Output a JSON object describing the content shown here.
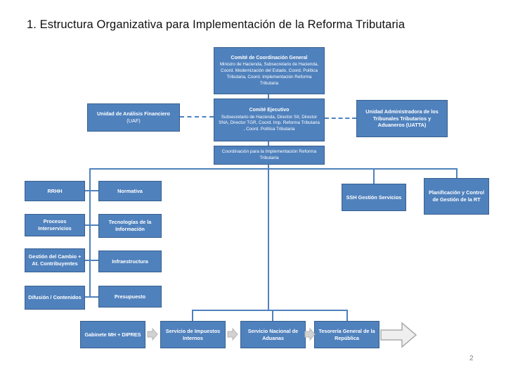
{
  "slide": {
    "title": "1. Estructura Organizativa para Implementación de la  Reforma Tributaria",
    "page_number": "2"
  },
  "chart": {
    "comite_coordinacion": {
      "title": "Comité de Coordinación General",
      "body": "Ministro de Hacienda, Subsecretario de Hacienda, Coord. Modernización del Estado, Coord. Política Tributaria, Coord.   Implementación Reforma Tributaria"
    },
    "comite_ejecutivo": {
      "title": "Comité Ejecutivo",
      "body": "Subsecretario de Hacienda, Director SII, Director SNA, Director TGR, Coord. Imp. Reforma Tributaria ,  Coord. Política Tributaria"
    },
    "uaf": {
      "title": "Unidad de Análisis Financiero",
      "suffix": "(UAF)"
    },
    "uatta": {
      "title": "Unidad Administradora de los Tribunales Tributarios y Aduaneros (UATTA)"
    },
    "coordinacion": {
      "title": "Coordinación para la Implementación Reforma Tributaria"
    },
    "left_column": [
      "RRHH",
      "Procesos Interservicios",
      "Gestión del Cambio + At. Contribuyentes",
      "Difusión / Contenidos"
    ],
    "mid_column": [
      "Normativa",
      "Tecnologías de la Información",
      "Infraestructura",
      "Presupuesto"
    ],
    "right_boxes": [
      "SSH Gestión Servicios",
      "Planificación y Control de Gestión de la RT"
    ],
    "bottom_row": [
      "Gabinete MH  + DIPRES",
      "Servicio de Impuestos Internos",
      "Servicio Nacional de Aduanas",
      "Tesorería General de la República"
    ]
  },
  "colors": {
    "box_fill": "#4f81bd",
    "box_border": "#38608f",
    "connector": "#4f81bd",
    "arrow_gray": "#d2d2d2"
  }
}
